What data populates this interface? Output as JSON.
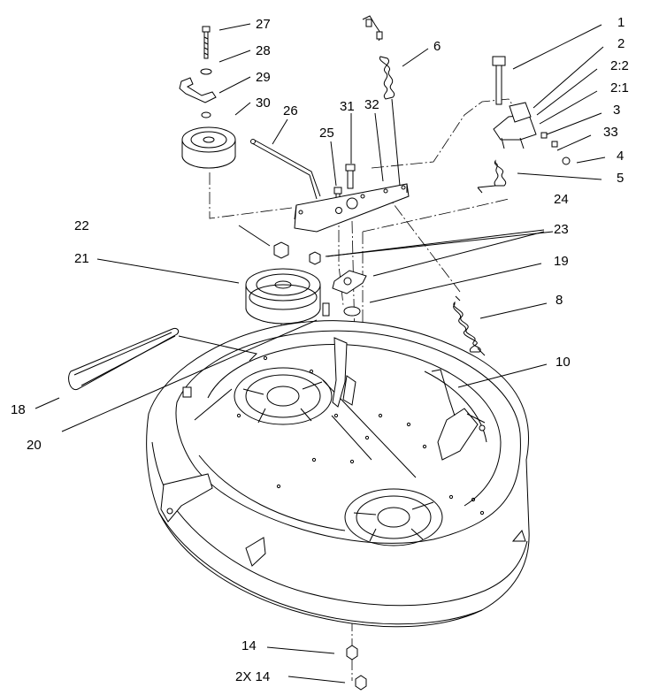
{
  "callouts": [
    {
      "id": "1",
      "text": "1"
    },
    {
      "id": "2",
      "text": "2"
    },
    {
      "id": "2-2",
      "text": "2:2"
    },
    {
      "id": "2-1",
      "text": "2:1"
    },
    {
      "id": "3",
      "text": "3"
    },
    {
      "id": "33",
      "text": "33"
    },
    {
      "id": "4",
      "text": "4"
    },
    {
      "id": "5",
      "text": "5"
    },
    {
      "id": "6",
      "text": "6"
    },
    {
      "id": "8",
      "text": "8"
    },
    {
      "id": "10",
      "text": "10"
    },
    {
      "id": "14",
      "text": "14"
    },
    {
      "id": "2x14",
      "text": "2X 14"
    },
    {
      "id": "18",
      "text": "18"
    },
    {
      "id": "19",
      "text": "19"
    },
    {
      "id": "20",
      "text": "20"
    },
    {
      "id": "21",
      "text": "21"
    },
    {
      "id": "22",
      "text": "22"
    },
    {
      "id": "23",
      "text": "23"
    },
    {
      "id": "24",
      "text": "24"
    },
    {
      "id": "25",
      "text": "25"
    },
    {
      "id": "26",
      "text": "26"
    },
    {
      "id": "27",
      "text": "27"
    },
    {
      "id": "28",
      "text": "28"
    },
    {
      "id": "29",
      "text": "29"
    },
    {
      "id": "30",
      "text": "30"
    },
    {
      "id": "31",
      "text": "31"
    },
    {
      "id": "32",
      "text": "32"
    }
  ]
}
